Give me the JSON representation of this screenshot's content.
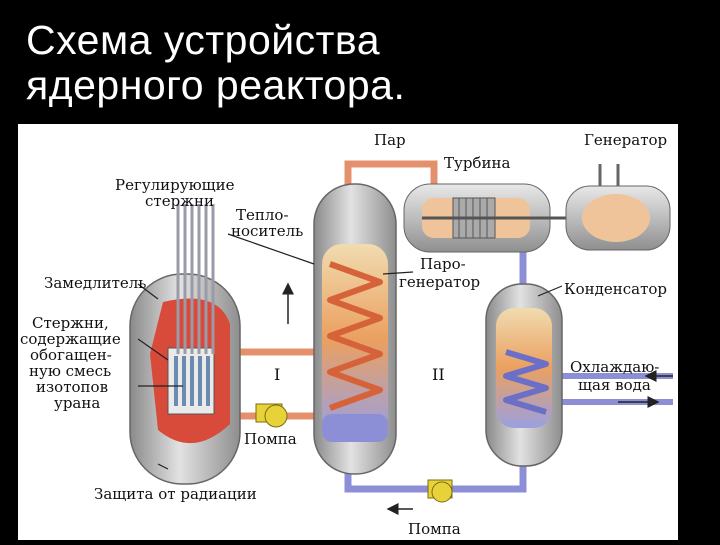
{
  "title": {
    "line1": "Схема устройства",
    "line2": "ядерного реактора."
  },
  "labels": {
    "steam": "Пар",
    "generator": "Генератор",
    "turbine": "Турбина",
    "control_rods_1": "Регулирующие",
    "control_rods_2": "стержни",
    "coolant_1": "Тепло-",
    "coolant_2": "носитель",
    "moderator": "Замедлитель",
    "steam_gen_1": "Паро-",
    "steam_gen_2": "генератор",
    "condenser": "Конденсатор",
    "fuel_rods_1": "Стержни,",
    "fuel_rods_2": "содержащие",
    "fuel_rods_3": "обогащен-",
    "fuel_rods_4": "ную смесь",
    "fuel_rods_5": "изотопов",
    "fuel_rods_6": "урана",
    "circuit_1": "I",
    "circuit_2": "II",
    "cooling_water_1": "Охлаждаю-",
    "cooling_water_2": "щая вода",
    "pump_1": "Помпа",
    "pump_2": "Помпа",
    "radiation_shield": "Защита от радиации"
  },
  "colors": {
    "background": "#000000",
    "figure_bg": "#ffffff",
    "vessel_grey": "#b8b8b8",
    "core_red": "#d84a3a",
    "hot_pipe": "#e4906c",
    "cold_pipe": "#8c8fd6",
    "pump_yellow": "#e8d23a"
  }
}
